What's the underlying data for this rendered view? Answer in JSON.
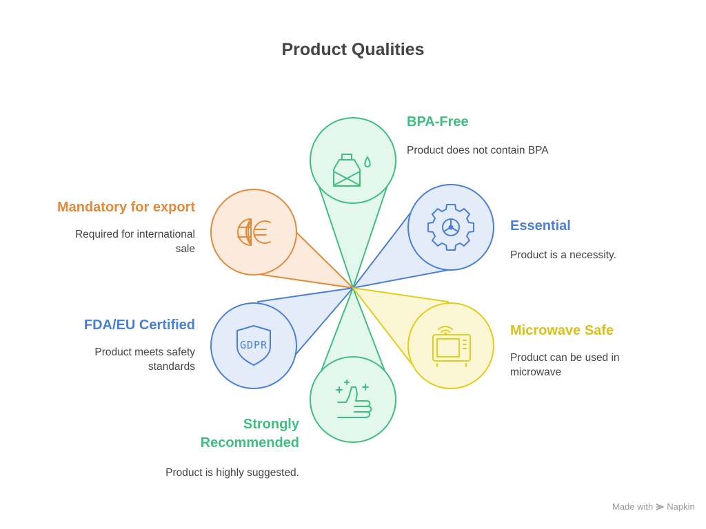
{
  "title": "Product Qualities",
  "colors": {
    "green": "#3fbf7f",
    "green_fill": "#e3f7ec",
    "blue": "#4a7fd6",
    "blue_fill": "#e4ecfa",
    "orange": "#e08a3a",
    "orange_fill": "#fcebdc",
    "yellow": "#e2cc1c",
    "yellow_fill": "#fbf7d5",
    "text": "#444444"
  },
  "items": {
    "bpa": {
      "label": "BPA-Free",
      "desc": "Product does not contain BPA",
      "icon": "bottle-drop-icon"
    },
    "essential": {
      "label": "Essential",
      "desc": "Product is a necessity.",
      "icon": "gear-icon"
    },
    "microwave": {
      "label": "Microwave Safe",
      "desc_1": "Product can be used in",
      "desc_2": "microwave",
      "icon": "microwave-icon"
    },
    "recommended": {
      "label_1": "Strongly",
      "label_2": "Recommended",
      "desc": "Product is highly suggested.",
      "icon": "thumbs-up-icon"
    },
    "fda": {
      "label": "FDA/EU Certified",
      "desc_1": "Product meets safety",
      "desc_2": "standards",
      "icon": "gdpr-shield-icon",
      "icon_text": "GDPR"
    },
    "export": {
      "label": "Mandatory for export",
      "desc_1": "Required for international",
      "desc_2": "sale",
      "icon": "globe-euro-icon"
    }
  },
  "footer": {
    "made_with": "Made with",
    "brand": "Napkin"
  }
}
